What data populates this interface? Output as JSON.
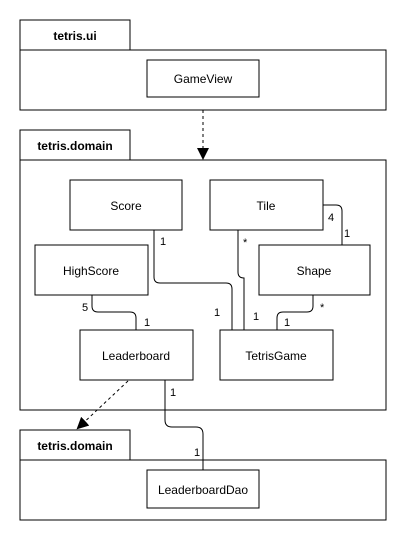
{
  "packages": [
    {
      "id": "pkg-ui",
      "name": "tetris.ui"
    },
    {
      "id": "pkg-domain",
      "name": "tetris.domain"
    },
    {
      "id": "pkg-dao",
      "name": "tetris.domain"
    }
  ],
  "classes": {
    "gameview": "GameView",
    "score": "Score",
    "tile": "Tile",
    "highscore": "HighScore",
    "shape": "Shape",
    "leaderboard": "Leaderboard",
    "tetrisgame": "TetrisGame",
    "leaderboarddao": "LeaderboardDao"
  },
  "multiplicities": {
    "score_tetrisgame_score_end": "1",
    "score_tetrisgame_game_end": "1",
    "tile_tetrisgame_tile_end": "*",
    "tile_tetrisgame_game_end": "1",
    "tile_shape_tile_end": "4",
    "tile_shape_shape_end": "1",
    "highscore_leaderboard_highscore_end": "5",
    "highscore_leaderboard_leaderboard_end": "1",
    "shape_tetrisgame_shape_end": "*",
    "shape_tetrisgame_game_end": "1",
    "leaderboard_dao_leaderboard_end": "1",
    "leaderboard_dao_dao_end": "1"
  },
  "colors": {
    "stroke": "#000000",
    "fill": "#ffffff"
  }
}
